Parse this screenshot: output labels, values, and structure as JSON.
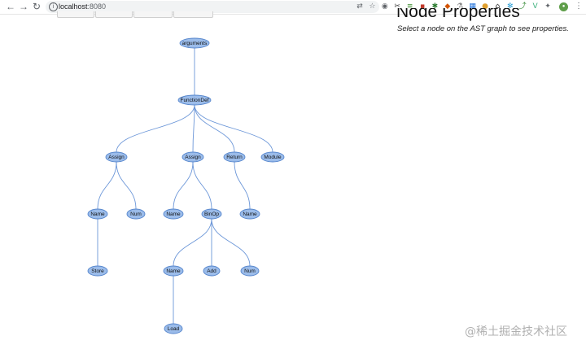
{
  "browser": {
    "url_host": "localhost",
    "url_port": ":8080",
    "extensions": [
      {
        "icon": "translate-icon",
        "glyph": "⇄",
        "color": "#5f6368"
      },
      {
        "icon": "bookmark-star-icon",
        "glyph": "☆",
        "color": "#5f6368"
      },
      {
        "icon": "ext-radio-icon",
        "glyph": "◉",
        "color": "#5f6368"
      },
      {
        "icon": "ext-scissors-icon",
        "glyph": "✂",
        "color": "#333333"
      },
      {
        "icon": "ext-list-icon",
        "glyph": "≡",
        "color": "#3c8d2f"
      },
      {
        "icon": "ext-square-red-icon",
        "glyph": "▪",
        "color": "#c0392b"
      },
      {
        "icon": "ext-gear-green-icon",
        "glyph": "✱",
        "color": "#2e7d32"
      },
      {
        "icon": "ext-colorful-icon",
        "glyph": "◆",
        "color": "#d35400"
      },
      {
        "icon": "ext-flask-icon",
        "glyph": "⚗",
        "color": "#888888"
      },
      {
        "icon": "ext-calendar-icon",
        "glyph": "▦",
        "color": "#1e6fd9"
      },
      {
        "icon": "ext-circle-orange-icon",
        "glyph": "●",
        "color": "#e0a030"
      },
      {
        "icon": "ext-house-icon",
        "glyph": "⌂",
        "color": "#222222"
      },
      {
        "icon": "ext-snowflake-icon",
        "glyph": "✻",
        "color": "#2a9fd6"
      },
      {
        "icon": "ext-link-icon",
        "glyph": "⤴",
        "color": "#3b8e3b"
      },
      {
        "icon": "ext-vue-icon",
        "glyph": "V",
        "color": "#3fb27f"
      },
      {
        "icon": "extensions-puzzle-icon",
        "glyph": "✦",
        "color": "#5f6368"
      }
    ]
  },
  "properties_panel": {
    "title": "Node Properties",
    "hint": "Select a node on the AST graph to see properties."
  },
  "ast_graph": {
    "nodes": [
      {
        "id": "arguments",
        "label": "arguments"
      },
      {
        "id": "functiondef",
        "label": "FunctionDef"
      },
      {
        "id": "assign1",
        "label": "Assign"
      },
      {
        "id": "assign2",
        "label": "Assign"
      },
      {
        "id": "return",
        "label": "Return"
      },
      {
        "id": "module",
        "label": "Module"
      },
      {
        "id": "name1",
        "label": "Name"
      },
      {
        "id": "num1",
        "label": "Num"
      },
      {
        "id": "name2",
        "label": "Name"
      },
      {
        "id": "binop",
        "label": "BinOp"
      },
      {
        "id": "name3",
        "label": "Name"
      },
      {
        "id": "store",
        "label": "Store"
      },
      {
        "id": "name4",
        "label": "Name"
      },
      {
        "id": "add",
        "label": "Add"
      },
      {
        "id": "num2",
        "label": "Num"
      },
      {
        "id": "load",
        "label": "Load"
      }
    ],
    "edges": [
      [
        "arguments",
        "functiondef"
      ],
      [
        "functiondef",
        "assign1"
      ],
      [
        "functiondef",
        "assign2"
      ],
      [
        "functiondef",
        "return"
      ],
      [
        "functiondef",
        "module"
      ],
      [
        "assign1",
        "name1"
      ],
      [
        "assign1",
        "num1"
      ],
      [
        "assign2",
        "name2"
      ],
      [
        "assign2",
        "binop"
      ],
      [
        "return",
        "name3"
      ],
      [
        "name1",
        "store"
      ],
      [
        "binop",
        "name4"
      ],
      [
        "binop",
        "add"
      ],
      [
        "binop",
        "num2"
      ],
      [
        "name4",
        "load"
      ]
    ]
  },
  "watermark": "@稀土掘金技术社区"
}
